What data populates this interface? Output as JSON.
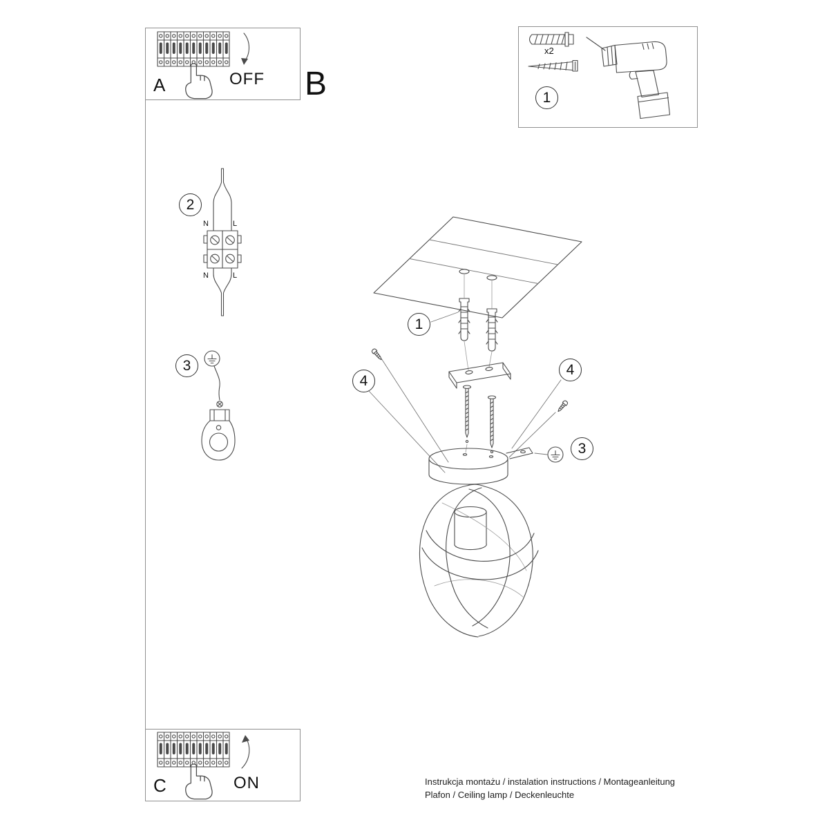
{
  "page": {
    "footer_line1": "Instrukcja montażu / instalation instructions / Montageanleitung",
    "footer_line2": "Plafon / Ceiling lamp / Deckenleuchte"
  },
  "panel_a": {
    "label": "A",
    "state": "OFF"
  },
  "panel_b": {
    "label": "B"
  },
  "panel_c": {
    "label": "C",
    "state": "ON"
  },
  "tools_box": {
    "callout": "1",
    "anchor_qty": "x2"
  },
  "step2": {
    "callout": "2",
    "labels": {
      "top_n": "N",
      "top_l": "L",
      "bottom_n": "N",
      "bottom_l": "L"
    }
  },
  "step3": {
    "callout": "3"
  },
  "assembly": {
    "callout_anchors": "1",
    "callout_screws_left": "4",
    "callout_screws_right": "4",
    "callout_ground": "3"
  },
  "figures": {
    "panel_a": "circuit-breaker-off-hand",
    "panel_c": "circuit-breaker-on-hand",
    "tools": [
      "wall-plug",
      "screw",
      "drill"
    ],
    "step2": "terminal-block-wiring",
    "step3": "ground-terminal-bracket",
    "main": "ceiling-lamp-exploded-assembly"
  },
  "colors": {
    "ink": "#4a4a4a",
    "frame": "#8f8f8f",
    "text": "#111111"
  }
}
